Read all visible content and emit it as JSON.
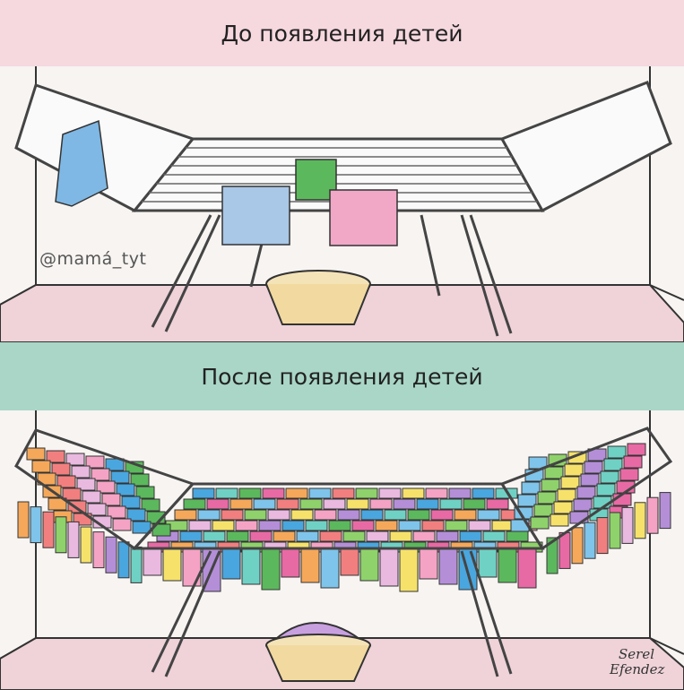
{
  "panels": {
    "before": {
      "caption": "До появления детей",
      "band_color": "#f6d8df"
    },
    "after": {
      "caption": "После появления детей",
      "band_color": "#a9d6c7"
    }
  },
  "credit": "@mamá_tyt",
  "signature": "Serel Efendez",
  "palette": [
    "#e86aa4",
    "#f4a3c4",
    "#7fc4ea",
    "#4aa6de",
    "#8fd26b",
    "#5cb85c",
    "#f6e26b",
    "#f5a85a",
    "#b48fd8",
    "#f27f7f",
    "#6fd1c4",
    "#e9b9e0"
  ]
}
